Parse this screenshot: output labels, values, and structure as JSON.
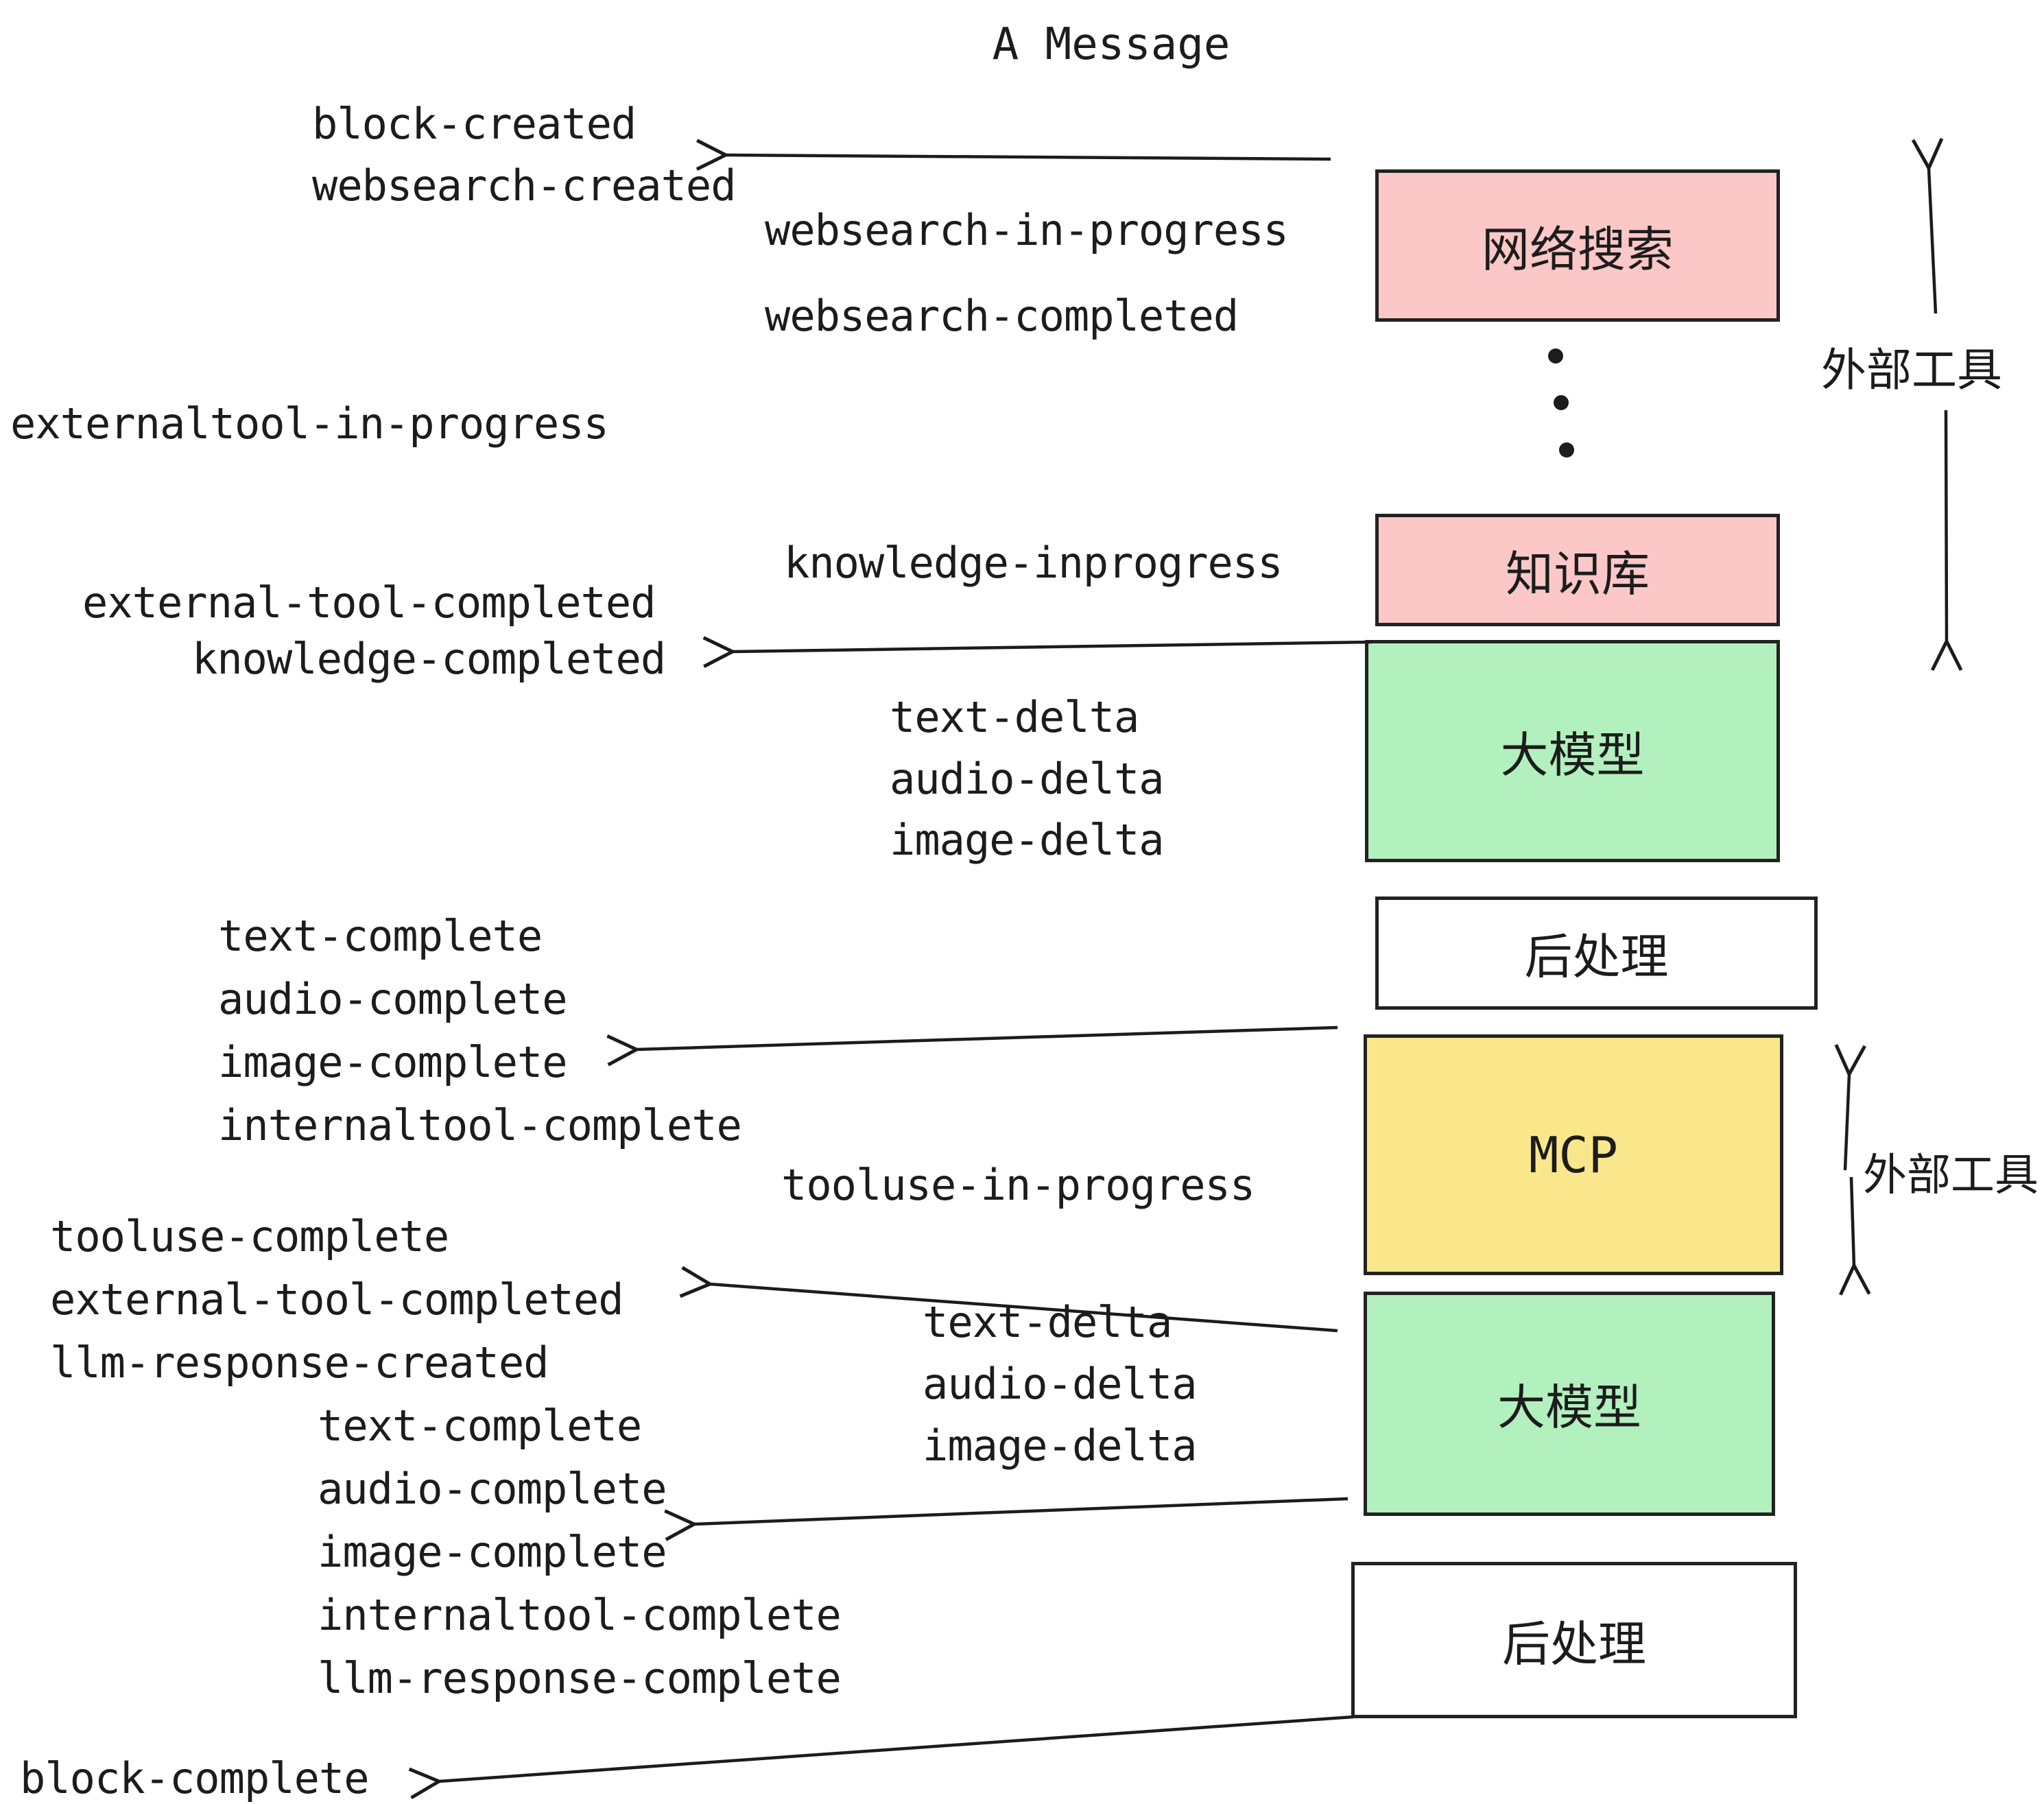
{
  "title": "A Message",
  "events": {
    "block_created": "block-created",
    "websearch_created": "websearch-created",
    "websearch_in_progress": "websearch-in-progress",
    "websearch_completed": "websearch-completed",
    "externaltool_in_progress": "externaltool-in-progress",
    "knowledge_inprogress": "knowledge-inprogress",
    "external_tool_completed_1": "external-tool-completed",
    "knowledge_completed": "knowledge-completed",
    "text_delta_1": "text-delta",
    "audio_delta_1": "audio-delta",
    "image_delta_1": "image-delta",
    "text_complete_1": "text-complete",
    "audio_complete_1": "audio-complete",
    "image_complete_1": "image-complete",
    "internaltool_complete_1": "internaltool-complete",
    "tooluse_in_progress": "tooluse-in-progress",
    "tooluse_complete": "tooluse-complete",
    "external_tool_completed_2": "external-tool-completed",
    "llm_response_created": "llm-response-created",
    "text_delta_2": "text-delta",
    "audio_delta_2": "audio-delta",
    "image_delta_2": "image-delta",
    "text_complete_2": "text-complete",
    "audio_complete_2": "audio-complete",
    "image_complete_2": "image-complete",
    "internaltool_complete_2": "internaltool-complete",
    "llm_response_complete": "llm-response-complete",
    "block_complete": "block-complete"
  },
  "boxes": {
    "websearch": {
      "label": "网络搜索",
      "fill": "#fbc7c7"
    },
    "knowledge": {
      "label": "知识库",
      "fill": "#fbc7c7"
    },
    "llm_1": {
      "label": "大模型",
      "fill": "#b2f0be"
    },
    "post_1": {
      "label": "后处理",
      "fill": "#ffffff"
    },
    "mcp": {
      "label": "MCP",
      "fill": "#fae78c"
    },
    "llm_2": {
      "label": "大模型",
      "fill": "#b2f0be"
    },
    "post_2": {
      "label": "后处理",
      "fill": "#ffffff"
    }
  },
  "side_labels": {
    "external_tools_1": "外部工具",
    "external_tools_2": "外部工具"
  },
  "colors": {
    "ink": "#1c1c1c",
    "pink": "#fbc7c7",
    "green": "#b2f0be",
    "yellow": "#fae78c",
    "white": "#ffffff"
  }
}
